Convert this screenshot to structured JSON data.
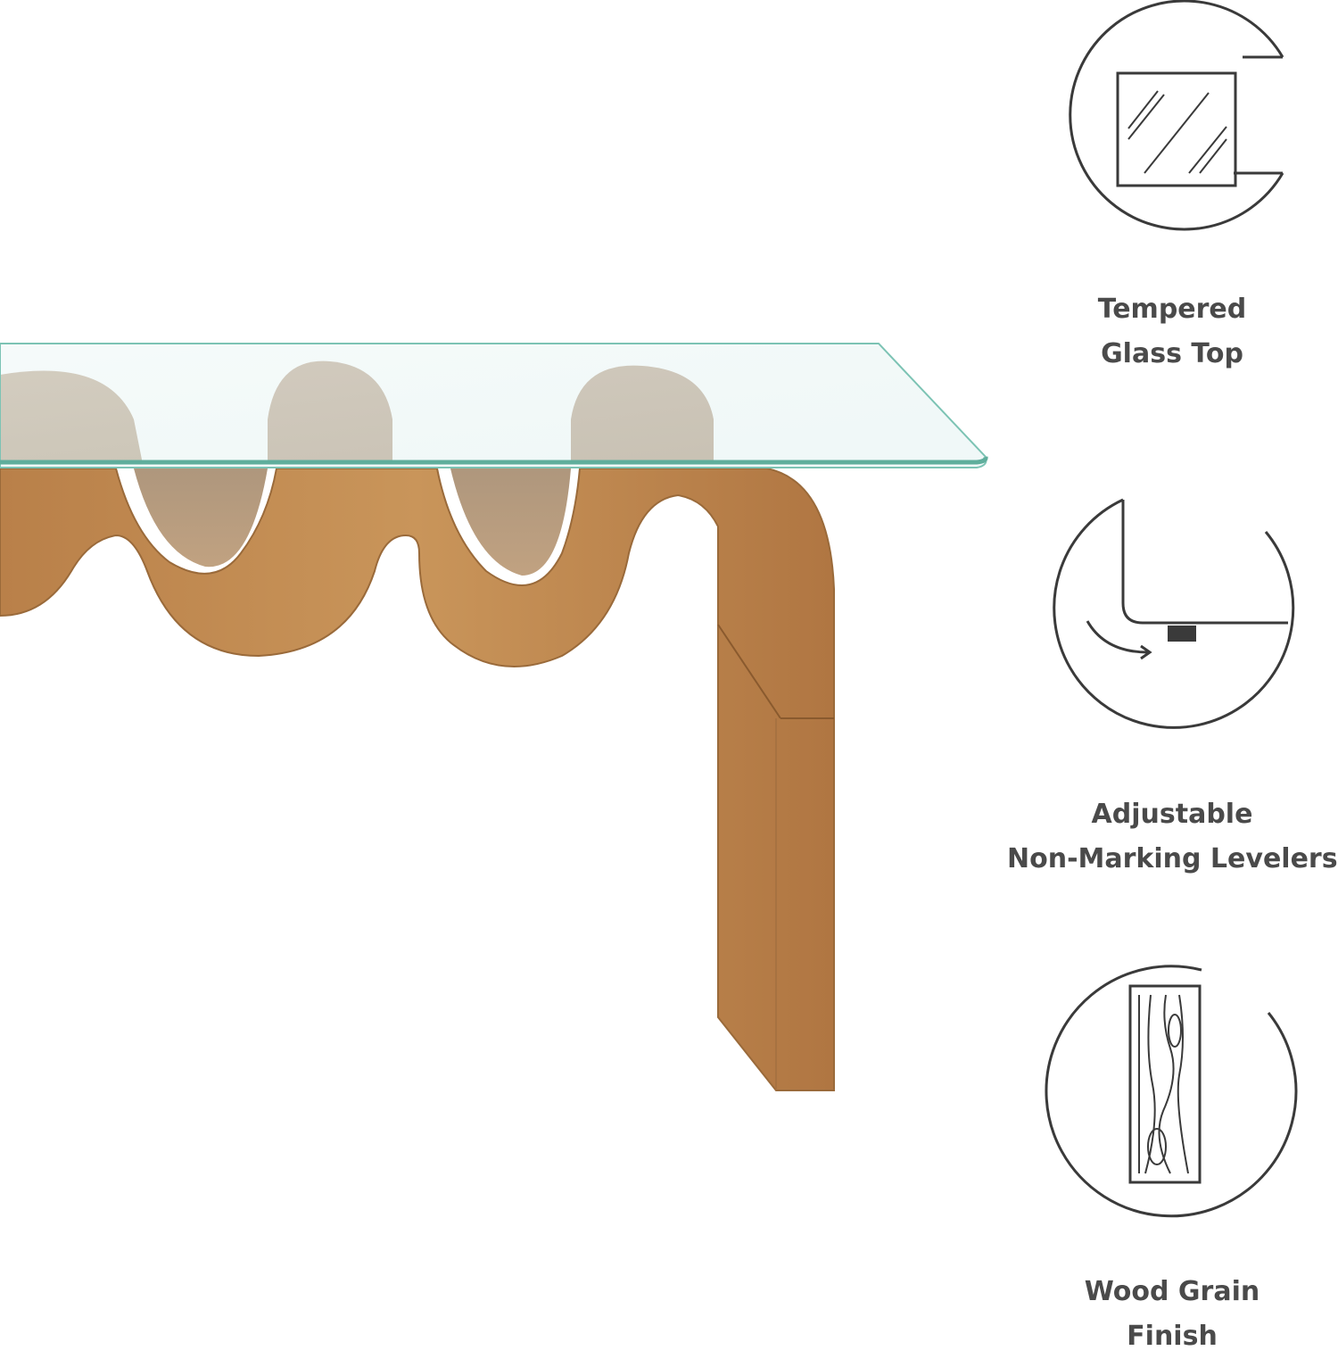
{
  "colors": {
    "icon_stroke": "#3a3a3a",
    "label_text": "#4a4a4a",
    "wood": "#c08a4e",
    "glass_edge": "#5fae9c"
  },
  "features": [
    {
      "icon": "tempered-glass-icon",
      "line1": "Tempered",
      "line2": "Glass Top"
    },
    {
      "icon": "leveler-icon",
      "line1": "Adjustable",
      "line2": "Non-Marking Levelers"
    },
    {
      "icon": "wood-grain-icon",
      "line1": "Wood Grain",
      "line2": "Finish"
    }
  ]
}
